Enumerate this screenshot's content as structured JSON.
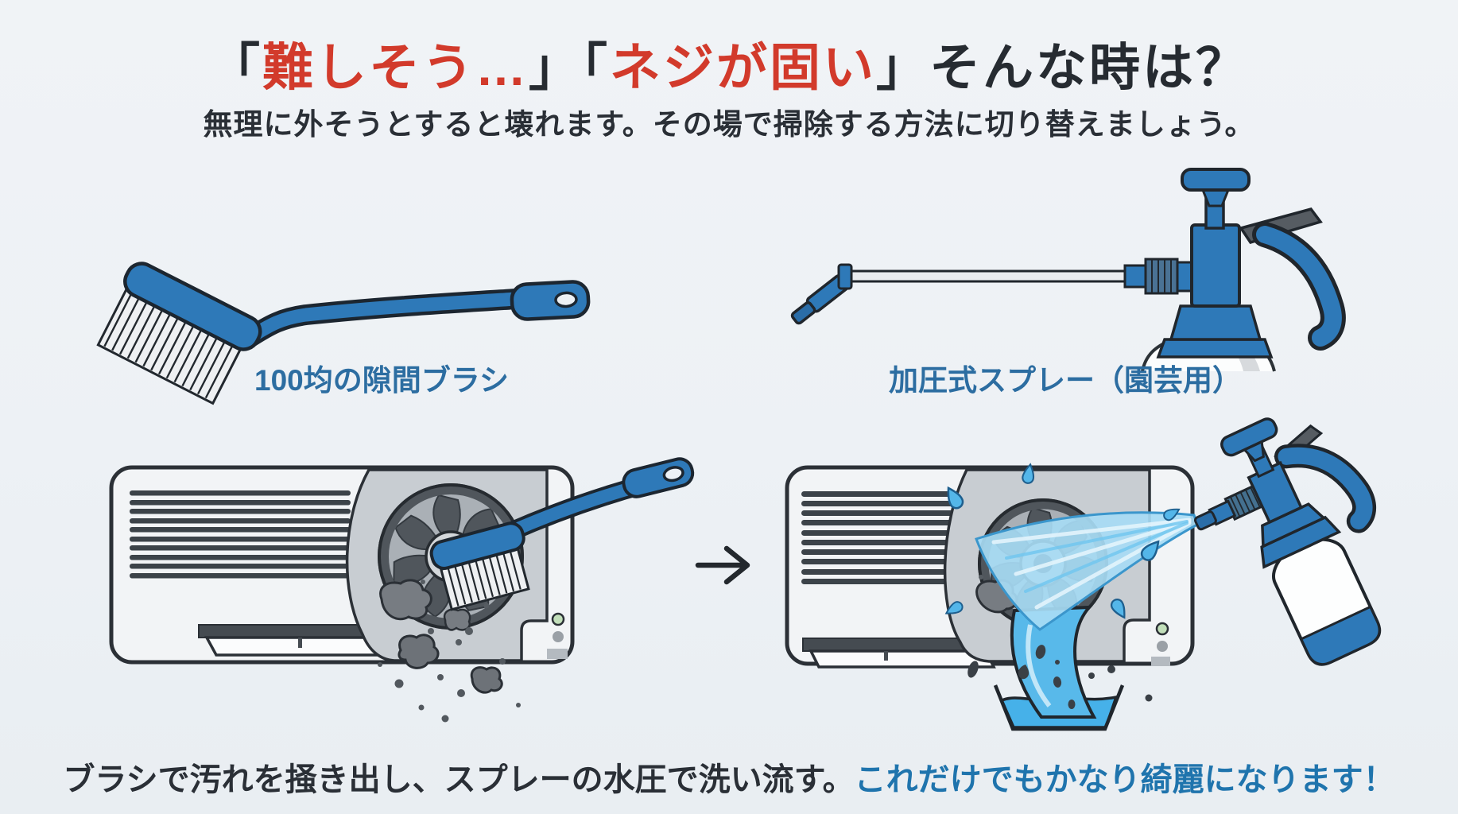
{
  "title": {
    "bracket_open_1": "「",
    "phrase_1": "難しそう…",
    "bracket_close_1": "」",
    "bracket_open_2": "「",
    "phrase_2": "ネジが固い",
    "bracket_close_2": "」",
    "suffix": "そんな時は？"
  },
  "subtitle": "無理に外そうとすると壊れます。その場で掃除する方法に切り替えましょう。",
  "tools": {
    "brush_label": "100均の隙間ブラシ",
    "sprayer_label": "加圧式スプレー（園芸用）"
  },
  "caption": {
    "main": "ブラシで汚れを掻き出し、スプレーの水圧で洗い流す。",
    "highlight": "これだけでもかなり綺麗になります！"
  },
  "colors": {
    "background": "#edf1f5",
    "heading_dark": "#262b31",
    "accent_red": "#d23a2b",
    "label_blue": "#2c6da1",
    "highlight_blue": "#1f74ad",
    "tool_blue": "#2e79b8",
    "outline_dark": "#1c2630",
    "water_blue": "#58b9ea",
    "dirt_gray": "#6d7278"
  },
  "icons": {
    "arrow": "right-arrow",
    "brush": "crevice-brush-icon",
    "sprayer": "pressure-sprayer-icon"
  },
  "scenes": {
    "before": "brush-scrubbing-fan-dirt-falling",
    "after": "sprayer-rinsing-fan-into-basin"
  }
}
